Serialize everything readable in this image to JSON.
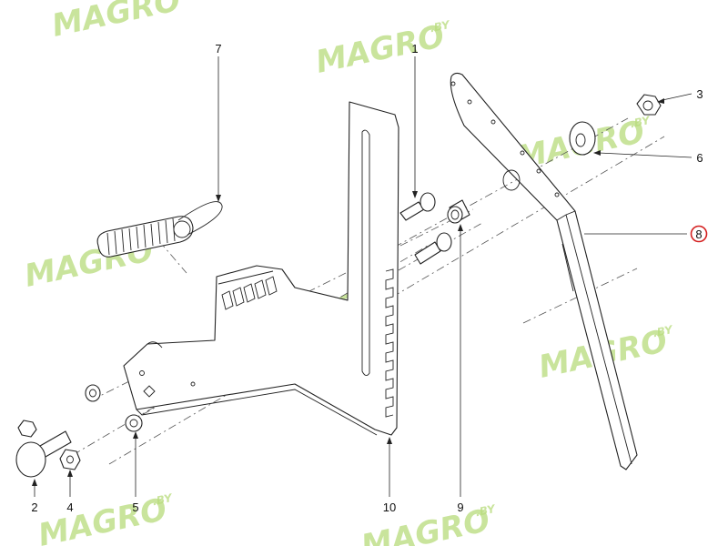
{
  "diagram": {
    "callouts": [
      {
        "id": "7",
        "text": "7"
      },
      {
        "id": "1",
        "text": "1"
      },
      {
        "id": "3",
        "text": "3"
      },
      {
        "id": "6",
        "text": "6"
      },
      {
        "id": "8",
        "text": "8",
        "highlighted": true
      },
      {
        "id": "2",
        "text": "2"
      },
      {
        "id": "4",
        "text": "4"
      },
      {
        "id": "5",
        "text": "5"
      },
      {
        "id": "10",
        "text": "10"
      },
      {
        "id": "9",
        "text": "9"
      }
    ],
    "highlight_color": "#d42020",
    "watermark": {
      "brand": "MAGRO",
      "suffix": ".BY",
      "color": "#b8dc7c"
    }
  }
}
